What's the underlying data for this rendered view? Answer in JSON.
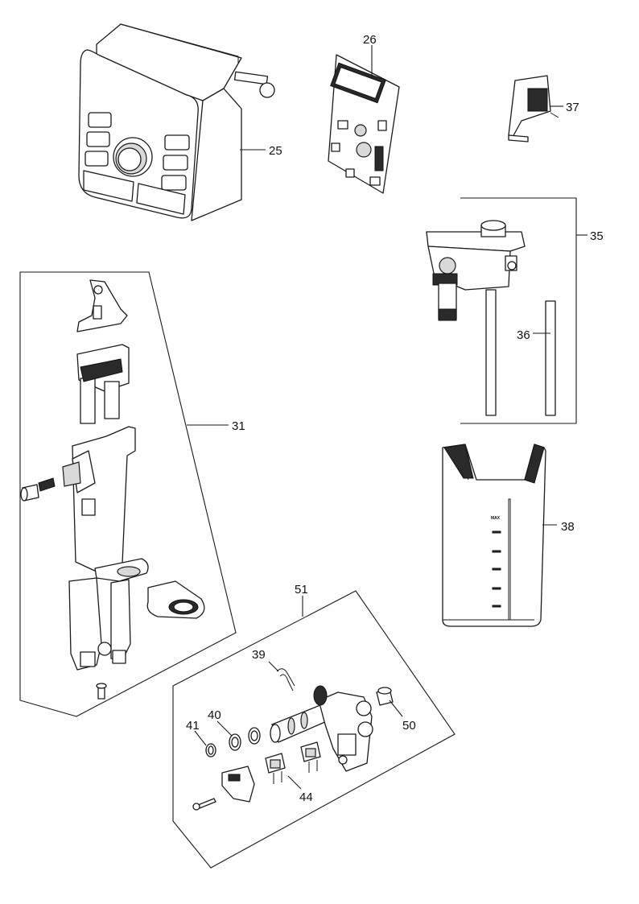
{
  "callouts": {
    "c25": "25",
    "c26": "26",
    "c37": "37",
    "c35": "35",
    "c36": "36",
    "c31": "31",
    "c38": "38",
    "c51": "51",
    "c39": "39",
    "c40": "40",
    "c41": "41",
    "c50": "50",
    "c44": "44"
  },
  "tank": {
    "max_label": "MAX"
  }
}
